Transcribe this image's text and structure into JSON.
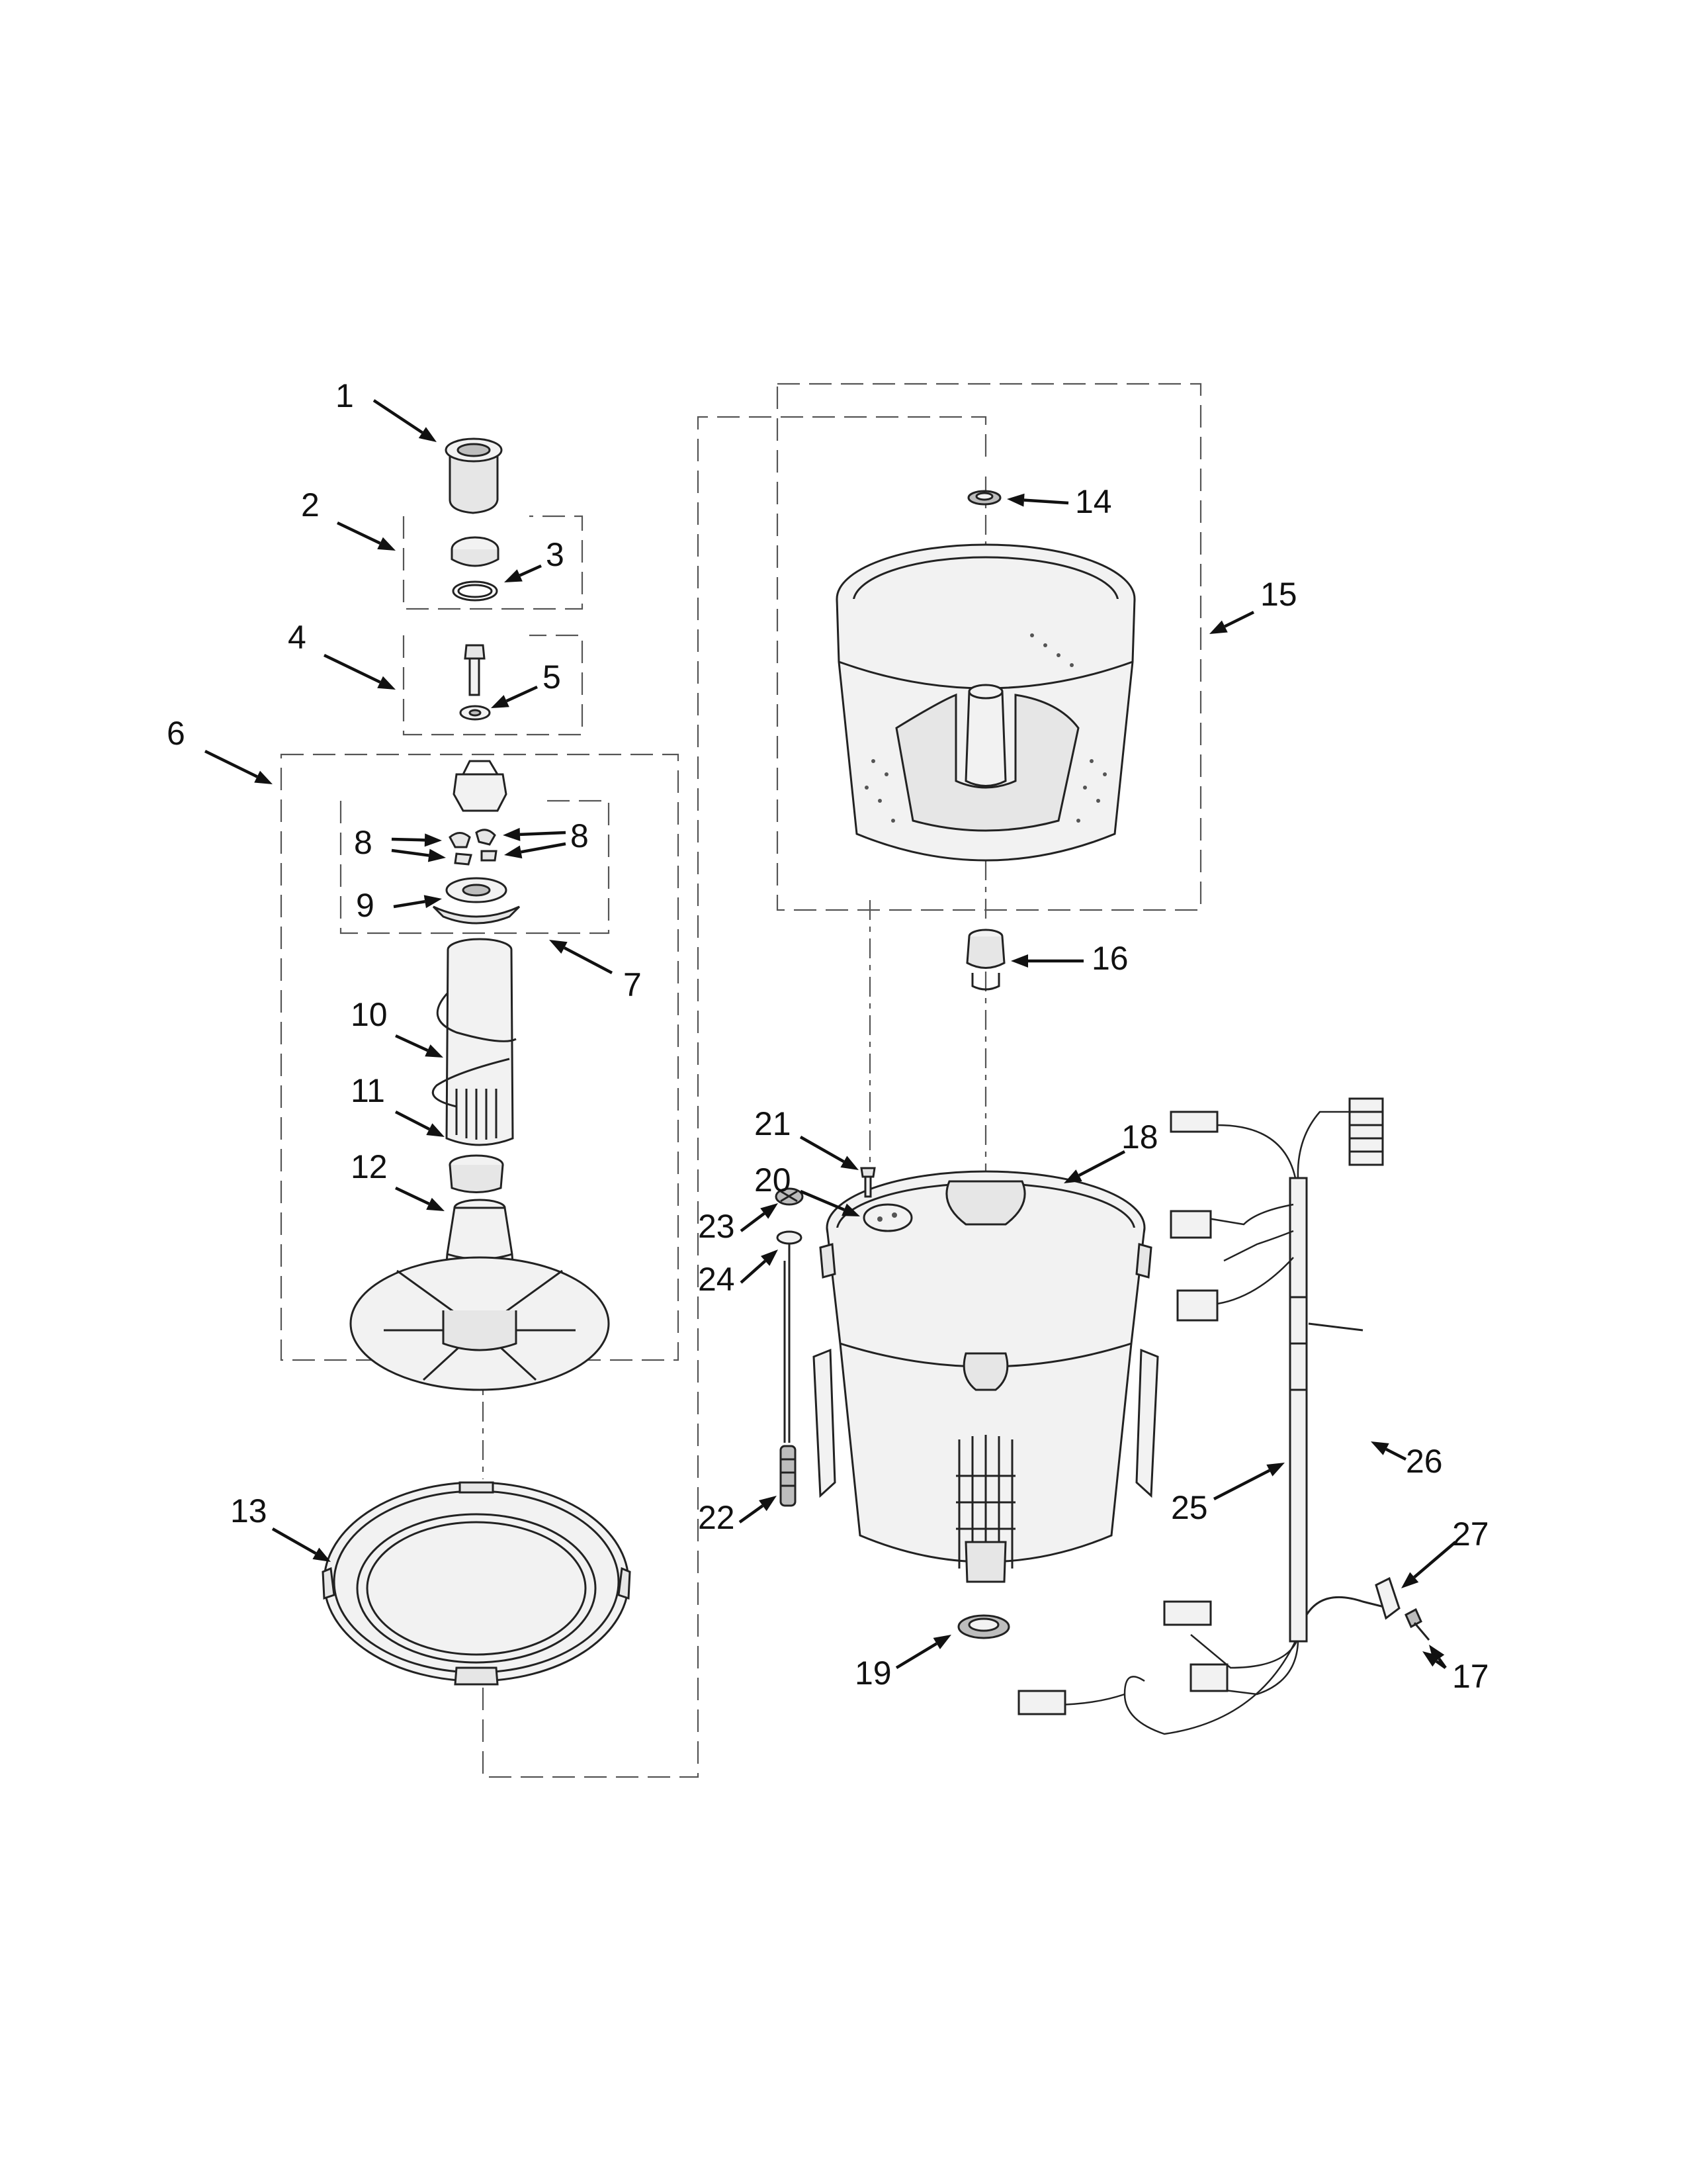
{
  "diagram": {
    "callouts": [
      {
        "id": "1",
        "text": "1"
      },
      {
        "id": "2",
        "text": "2"
      },
      {
        "id": "3",
        "text": "3"
      },
      {
        "id": "4",
        "text": "4"
      },
      {
        "id": "5",
        "text": "5"
      },
      {
        "id": "6",
        "text": "6"
      },
      {
        "id": "7",
        "text": "7"
      },
      {
        "id": "8a",
        "text": "8"
      },
      {
        "id": "8b",
        "text": "8"
      },
      {
        "id": "9",
        "text": "9"
      },
      {
        "id": "10",
        "text": "10"
      },
      {
        "id": "11",
        "text": "11"
      },
      {
        "id": "12",
        "text": "12"
      },
      {
        "id": "13",
        "text": "13"
      },
      {
        "id": "14",
        "text": "14"
      },
      {
        "id": "15",
        "text": "15"
      },
      {
        "id": "16",
        "text": "16"
      },
      {
        "id": "17",
        "text": "17"
      },
      {
        "id": "18",
        "text": "18"
      },
      {
        "id": "19",
        "text": "19"
      },
      {
        "id": "20",
        "text": "20"
      },
      {
        "id": "21",
        "text": "21"
      },
      {
        "id": "22",
        "text": "22"
      },
      {
        "id": "23",
        "text": "23"
      },
      {
        "id": "24",
        "text": "24"
      },
      {
        "id": "25",
        "text": "25"
      },
      {
        "id": "26",
        "text": "26"
      },
      {
        "id": "27",
        "text": "27"
      }
    ]
  }
}
